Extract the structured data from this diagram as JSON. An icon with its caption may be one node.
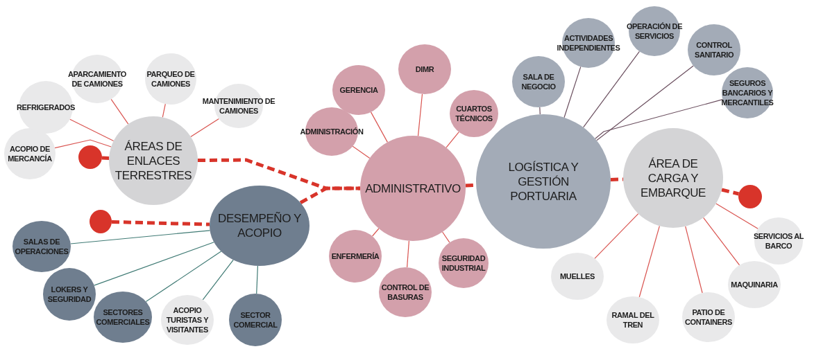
{
  "diagram": {
    "nodes": [
      {
        "text": [
          "ÁREAS DE ENLACES TERRESTRES"
        ]
      },
      {
        "text": [
          "ACOPIO DE MERCANCÍA"
        ]
      },
      {
        "text": [
          "REFRIGERADOS"
        ]
      },
      {
        "text": [
          "APARCAMIENTO DE CAMIONES"
        ]
      },
      {
        "text": [
          "PARQUEO DE CAMIONES"
        ]
      },
      {
        "text": [
          "MANTENIMIENTO DE CAMIONES"
        ]
      },
      {
        "text": [],
        "shape": "circle"
      },
      {
        "text": [
          "DESEMPEÑO Y ACOPIO"
        ]
      },
      {
        "text": [],
        "shape": "circle"
      },
      {
        "text": [
          "SALAS DE OPERACIONES"
        ]
      },
      {
        "text": [
          "LOKERS Y SEGURIDAD"
        ]
      },
      {
        "text": [
          "SECTORES COMERCIALES"
        ]
      },
      {
        "text": [
          "ACOPIO TURISTAS Y VISITANTES"
        ]
      },
      {
        "text": [
          "SECTOR COMERCIAL"
        ]
      },
      {
        "text": [
          "ADMINISTRATIVO"
        ]
      },
      {
        "text": [
          "GERENCIA"
        ]
      },
      {
        "text": [
          "DIMR"
        ]
      },
      {
        "text": [
          "CUARTOS TÉCNICOS"
        ]
      },
      {
        "text": [
          "ADMINISTRACIÓN"
        ]
      },
      {
        "text": [
          "ENFERMERÍA"
        ]
      },
      {
        "text": [
          "CONTROL DE BASURAS"
        ]
      },
      {
        "text": [
          "SEGURIDAD INDUSTRIAL"
        ]
      },
      {
        "text": [
          "LOGÍSTICA Y GESTIÓN PORTUARIA"
        ]
      },
      {
        "text": [
          "SALA DE NEGOCIO"
        ]
      },
      {
        "text": [
          "ACTIVIDADES INDEPENDIENTES"
        ]
      },
      {
        "text": [
          "OPERACIÓN DE SERVICIOS"
        ]
      },
      {
        "text": [
          "CONTROL SANITARIO"
        ]
      },
      {
        "text": [
          "SEGUROS BANCARIOS Y MERCANTILES"
        ]
      },
      {
        "text": [
          "ÁREA DE CARGA Y EMBARQUE"
        ]
      },
      {
        "text": [
          "SERVICIOS AL BARCO"
        ]
      },
      {
        "text": [
          "MAQUINARIA"
        ]
      },
      {
        "text": [
          "PATIO DE CONTAINERS"
        ]
      },
      {
        "text": [
          "RAMAL DEL TREN"
        ]
      },
      {
        "text": [
          "MUELLES"
        ]
      },
      {
        "text": [],
        "shape": "circle"
      }
    ],
    "edges": [
      {
        "from": 6,
        "to": 0,
        "arrow": "none",
        "style": "dashed"
      },
      {
        "from": 0,
        "to": 14,
        "arrow": "none",
        "style": "dashed"
      },
      {
        "from": 8,
        "to": 7,
        "arrow": "none",
        "style": "dashed"
      },
      {
        "from": 7,
        "to": 14,
        "arrow": "none",
        "style": "dashed"
      },
      {
        "from": 14,
        "to": 22,
        "arrow": "none",
        "style": "dashed"
      },
      {
        "from": 22,
        "to": 28,
        "arrow": "none",
        "style": "dashed"
      },
      {
        "from": 28,
        "to": 34,
        "arrow": "none",
        "style": "dashed"
      },
      {
        "from": 0,
        "to": 1,
        "arrow": "none"
      },
      {
        "from": 0,
        "to": 2,
        "arrow": "none"
      },
      {
        "from": 0,
        "to": 3,
        "arrow": "none"
      },
      {
        "from": 0,
        "to": 4,
        "arrow": "none"
      },
      {
        "from": 0,
        "to": 5,
        "arrow": "none"
      },
      {
        "from": 7,
        "to": 9,
        "arrow": "none",
        "color": "#3f7a74"
      },
      {
        "from": 7,
        "to": 10,
        "arrow": "none",
        "color": "#3f7a74"
      },
      {
        "from": 7,
        "to": 11,
        "arrow": "none",
        "color": "#3f7a74"
      },
      {
        "from": 7,
        "to": 12,
        "arrow": "none",
        "color": "#3f7a74"
      },
      {
        "from": 7,
        "to": 13,
        "arrow": "none",
        "color": "#3f7a74"
      },
      {
        "from": 14,
        "to": 15,
        "arrow": "none"
      },
      {
        "from": 14,
        "to": 16,
        "arrow": "none"
      },
      {
        "from": 14,
        "to": 17,
        "arrow": "none"
      },
      {
        "from": 14,
        "to": 18,
        "arrow": "none"
      },
      {
        "from": 14,
        "to": 19,
        "arrow": "none"
      },
      {
        "from": 14,
        "to": 20,
        "arrow": "none"
      },
      {
        "from": 14,
        "to": 21,
        "arrow": "none"
      },
      {
        "from": 22,
        "to": 23,
        "arrow": "none",
        "color": "#6b4f5f"
      },
      {
        "from": 22,
        "to": 24,
        "arrow": "none",
        "color": "#6b4f5f"
      },
      {
        "from": 22,
        "to": 25,
        "arrow": "none",
        "color": "#6b4f5f"
      },
      {
        "from": 22,
        "to": 26,
        "arrow": "none",
        "color": "#6b4f5f"
      },
      {
        "from": 22,
        "to": 27,
        "arrow": "none",
        "color": "#6b4f5f"
      },
      {
        "from": 28,
        "to": 29,
        "arrow": "none"
      },
      {
        "from": 28,
        "to": 30,
        "arrow": "none"
      },
      {
        "from": 28,
        "to": 31,
        "arrow": "none"
      },
      {
        "from": 28,
        "to": 32,
        "arrow": "none"
      },
      {
        "from": 28,
        "to": 33,
        "arrow": "none"
      }
    ]
  }
}
